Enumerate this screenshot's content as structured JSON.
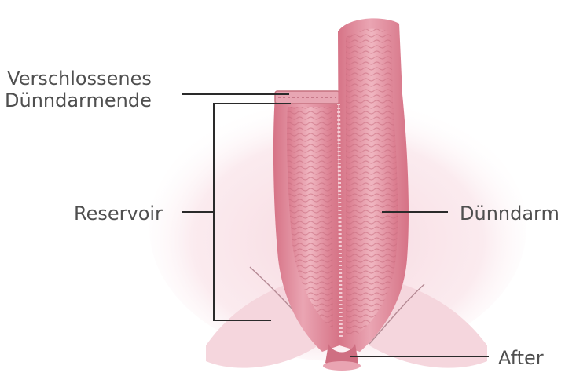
{
  "labels": {
    "closed_end_line1": "Verschlossenes",
    "closed_end_line2": "Dünndarmende",
    "reservoir": "Reservoir",
    "small_intestine": "Dünndarm",
    "anus": "After"
  },
  "colors": {
    "label_text": "#4f4f4f",
    "leader_line": "#2a2a2a",
    "pelvis_skin": "#f7dde3",
    "bowel_wall": "#dd8596",
    "bowel_lumen": "#e9a4b2",
    "bowel_fold": "#c96c80"
  }
}
